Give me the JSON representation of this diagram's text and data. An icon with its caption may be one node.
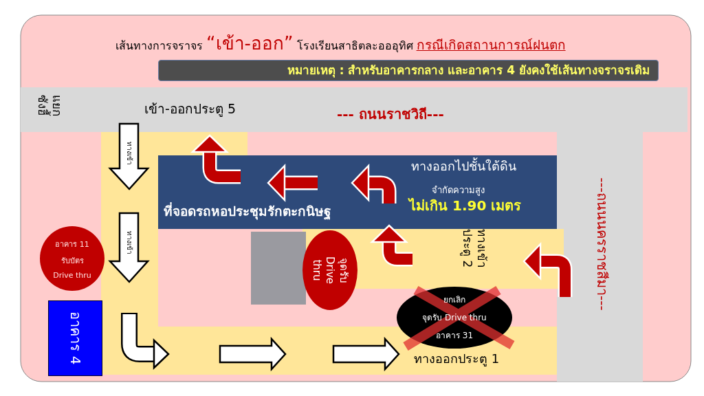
{
  "diagram": {
    "title": "เส้นทางการจราจร **“เข้า-ออก”** โรงเรียนสาธิตละอออุทิศ **กรณีเกิดสถานการณ์ฝนตก**",
    "nodes": [
      {
        "text": [
          "หมายเหตุ : สำหรับอาคารกลาง และอาคาร 4 ยังคงใช้เส้นทางจราจรเดิม"
        ]
      },
      {
        "text": [
          "ทางออกไปชั้นใต้ดิน",
          "จำกัดความสูง",
          "ที่จอดรถหอประชุมรักตะกนิษฐ",
          "ไม่เกิน 1.90 เมตร"
        ]
      },
      {
        "text": [
          "อาคาร 11",
          "รับบัตร",
          "Drive thru"
        ]
      },
      {
        "text": [
          "จุดรับ Drive thru"
        ]
      },
      {
        "text": [
          "ยกเลิก",
          "จุดรับ Drive thru",
          "อาคาร 31"
        ]
      },
      {
        "text": [
          "อาคาร 4"
        ]
      }
    ],
    "labels": [
      "แยก ซังฮี้",
      "เข้า-ออกประตู 5",
      "--- ถนนราชวิถี---",
      "ทางเข้า",
      "ทางเข้า",
      "ทางเข้า ประตู 2",
      "---ถนนนครราชสีมา---",
      "ทางออกประตู 1"
    ]
  }
}
